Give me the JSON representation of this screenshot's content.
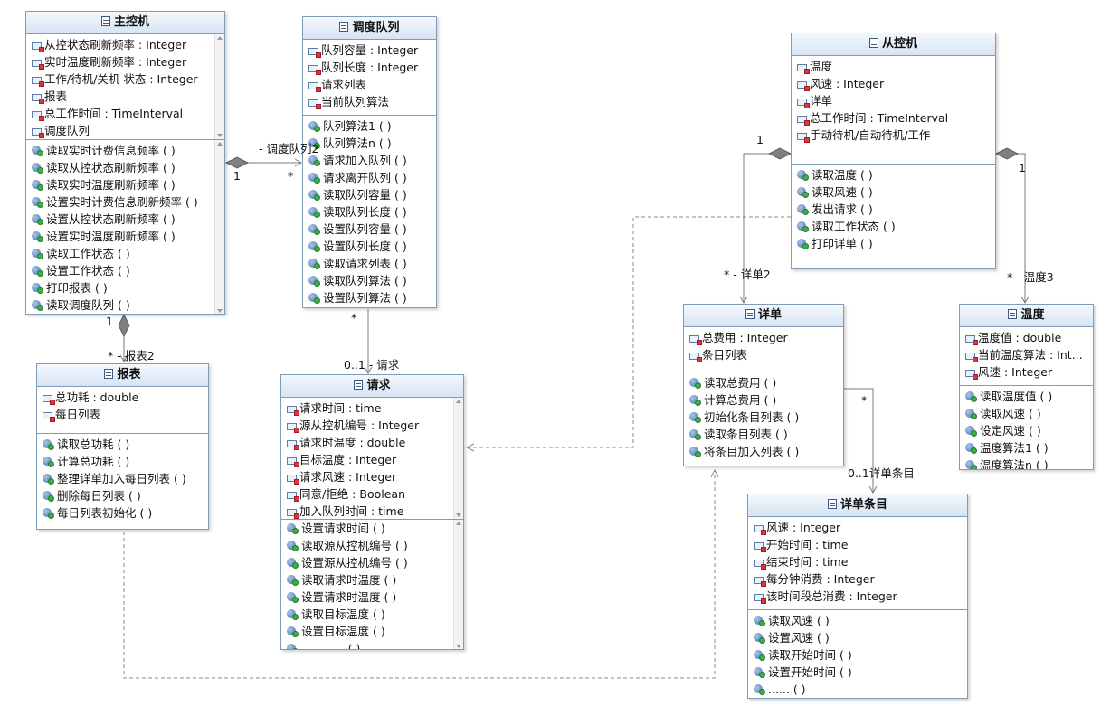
{
  "classes": {
    "zhukongji": {
      "title": "主控机",
      "attrs": [
        "从控状态刷新频率 : Integer",
        "实时温度刷新频率 : Integer",
        "工作/待机/关机 状态 : Integer",
        "报表",
        "总工作时间 : TimeInterval",
        "调度队列"
      ],
      "methods": [
        "读取实时计费信息频率 ( )",
        "读取从控状态刷新频率 ( )",
        "读取实时温度刷新频率 ( )",
        "设置实时计费信息刷新频率 ( )",
        "设置从控状态刷新频率 ( )",
        "设置实时温度刷新频率 ( )",
        "读取工作状态 ( )",
        "设置工作状态 ( )",
        "打印报表 ( )",
        "读取调度队列 ( )"
      ]
    },
    "diaodu": {
      "title": "调度队列",
      "attrs": [
        "队列容量 : Integer",
        "队列长度 : Integer",
        "请求列表",
        "当前队列算法"
      ],
      "methods": [
        "队列算法1 ( )",
        "队列算法n ( )",
        "请求加入队列 ( )",
        "请求离开队列 ( )",
        "读取队列容量 ( )",
        "读取队列长度 ( )",
        "设置队列容量 ( )",
        "设置队列长度 ( )",
        "读取请求列表 ( )",
        "读取队列算法 ( )",
        "设置队列算法 ( )"
      ]
    },
    "congkongji": {
      "title": "从控机",
      "attrs": [
        "温度",
        "风速 : Integer",
        "详单",
        "总工作时间 : TimeInterval",
        "手动待机/自动待机/工作"
      ],
      "methods": [
        "读取温度 ( )",
        "读取风速 ( )",
        "发出请求 ( )",
        "读取工作状态 ( )",
        "打印详单 ( )"
      ]
    },
    "baobiao": {
      "title": "报表",
      "attrs": [
        "总功耗 : double",
        "每日列表"
      ],
      "methods": [
        "读取总功耗 ( )",
        "计算总功耗 ( )",
        "整理详单加入每日列表 ( )",
        "删除每日列表 ( )",
        "每日列表初始化 ( )"
      ]
    },
    "qingqiu": {
      "title": "请求",
      "attrs": [
        "请求时间 : time",
        "源从控机编号 : Integer",
        "请求时温度 : double",
        "目标温度 : Integer",
        "请求风速 : Integer",
        "同意/拒绝 : Boolean",
        "加入队列时间 : time"
      ],
      "methods": [
        "设置请求时间 ( )",
        "读取源从控机编号 ( )",
        "设置源从控机编号 ( )",
        "读取请求时温度 ( )",
        "设置请求时温度 ( )",
        "读取目标温度 ( )",
        "设置目标温度 ( )",
        "............ ( )"
      ]
    },
    "xiangdan": {
      "title": "详单",
      "attrs": [
        "总费用 : Integer",
        "条目列表"
      ],
      "methods": [
        "读取总费用 ( )",
        "计算总费用 ( )",
        "初始化条目列表 ( )",
        "读取条目列表 ( )",
        "将条目加入列表 ( )"
      ]
    },
    "wendu": {
      "title": "温度",
      "attrs": [
        "温度值 : double",
        "当前温度算法 : Int...",
        "风速 : Integer"
      ],
      "methods": [
        "读取温度值 ( )",
        "读取风速 ( )",
        "设定风速 ( )",
        "温度算法1 ( )",
        "温度算法n ( )"
      ]
    },
    "tiaomu": {
      "title": "详单条目",
      "attrs": [
        "风速 : Integer",
        "开始时间 : time",
        "结束时间 : time",
        "每分钟消费 : Integer",
        "该时间段总消费 : Integer"
      ],
      "methods": [
        "读取风速 ( )",
        "设置风速 ( )",
        "读取开始时间 ( )",
        "设置开始时间 ( )",
        "...... ( )"
      ]
    }
  },
  "edge_labels": {
    "zk_dd_role": "- 调度队列2",
    "zk_dd_src": "1",
    "zk_dd_tgt": "*",
    "zk_bb_src": "1",
    "zk_bb_tgt": "* - 报表2",
    "dd_qq_src": "*",
    "dd_qq_tgt": "0..1 - 请求",
    "ck_xd_src": "1",
    "ck_xd_tgt": "* - 详单2",
    "ck_wd_src": "1",
    "ck_wd_tgt": "* - 温度3",
    "xd_tm_src": "*",
    "xd_tm_tgt": "0..1详单条目"
  }
}
